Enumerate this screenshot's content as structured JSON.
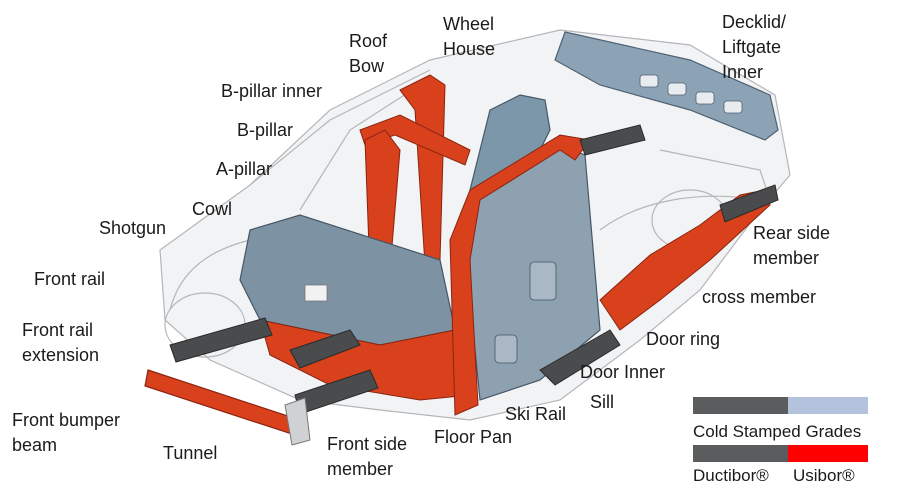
{
  "labels": {
    "decklid": [
      "Decklid/",
      "Liftgate",
      "Inner"
    ],
    "wheel_house": [
      "Wheel",
      "House"
    ],
    "roof_bow": [
      "Roof",
      "Bow"
    ],
    "b_pillar_inner": "B-pillar inner",
    "b_pillar": "B-pillar",
    "a_pillar": "A-pillar",
    "cowl": "Cowl",
    "shotgun": "Shotgun",
    "front_rail": "Front rail",
    "front_rail_extension": [
      "Front rail",
      "extension"
    ],
    "front_bumper_beam": [
      "Front bumper",
      "beam"
    ],
    "tunnel": "Tunnel",
    "front_side_member": [
      "Front side",
      "member"
    ],
    "floor_pan": "Floor Pan",
    "ski_rail": "Ski Rail",
    "sill": "Sill",
    "door_inner": "Door Inner",
    "door_ring": "Door ring",
    "cross_member": "cross member",
    "rear_side_member": [
      "Rear side",
      "member"
    ]
  },
  "legend": {
    "cold_stamped": "Cold Stamped Grades",
    "ductibor": "Ductibor®",
    "usibor": "Usibor®"
  },
  "colors": {
    "dark_gray": "#5b5c5e",
    "light_blue": "#b4c2dd",
    "red": "#ff0000",
    "hot_stamped_part": "#d9411c",
    "blue_part": "#7c97ab",
    "ghost_body": "#d6d8da"
  }
}
